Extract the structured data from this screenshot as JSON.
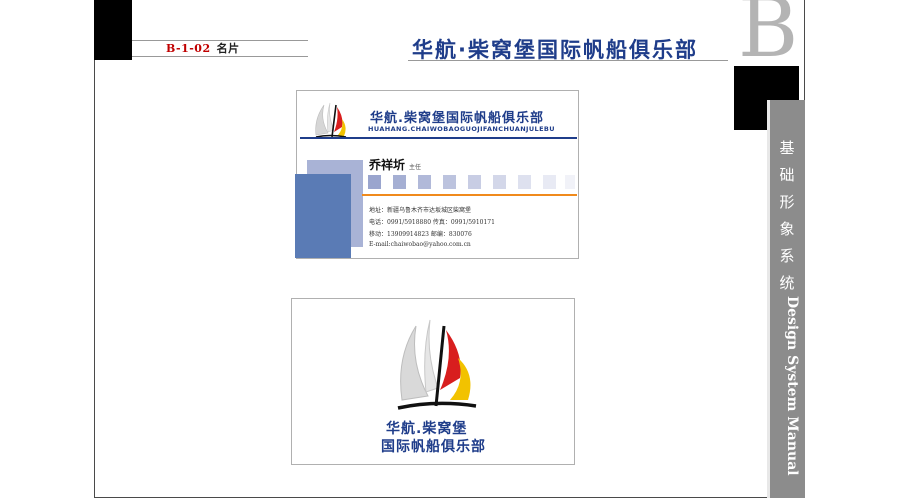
{
  "page": {
    "section_code": "B-1-02",
    "section_name": "名片",
    "header_title": "华航·柴窝堡国际帆船俱乐部",
    "section_letter": "B",
    "side_title_cn": "基础形象系统",
    "side_title_en": "Design System Manual"
  },
  "card_front": {
    "brand_cn": "华航.柴窝堡国际帆船俱乐部",
    "brand_en": "HUAHANG.CHAIWOBAOGUOJIFANCHUANJULEBU",
    "person_name": "乔祥圻",
    "person_title": "主任",
    "address": "地址：新疆乌鲁木齐市达坂城区柴窝堡",
    "phone_fax": "电话：0991/5918880  传真：0991/5910171",
    "mobile_zip": "移动：13909914823    邮编：830076",
    "email": "E-mail:chaiwobao@yahoo.com.cn"
  },
  "card_back": {
    "brand_line1": "华航.柴窝堡",
    "brand_line2": "国际帆船俱乐部"
  },
  "colors": {
    "brand_blue": "#1f3d8a",
    "block_blue": "#5a7bb5",
    "light_blue": "#a9b3d6",
    "accent_orange": "#f08a1c",
    "sail_red": "#d81e1e",
    "sail_yellow": "#f2c200"
  },
  "icons": {
    "logo": "sailboat-logo-icon"
  }
}
